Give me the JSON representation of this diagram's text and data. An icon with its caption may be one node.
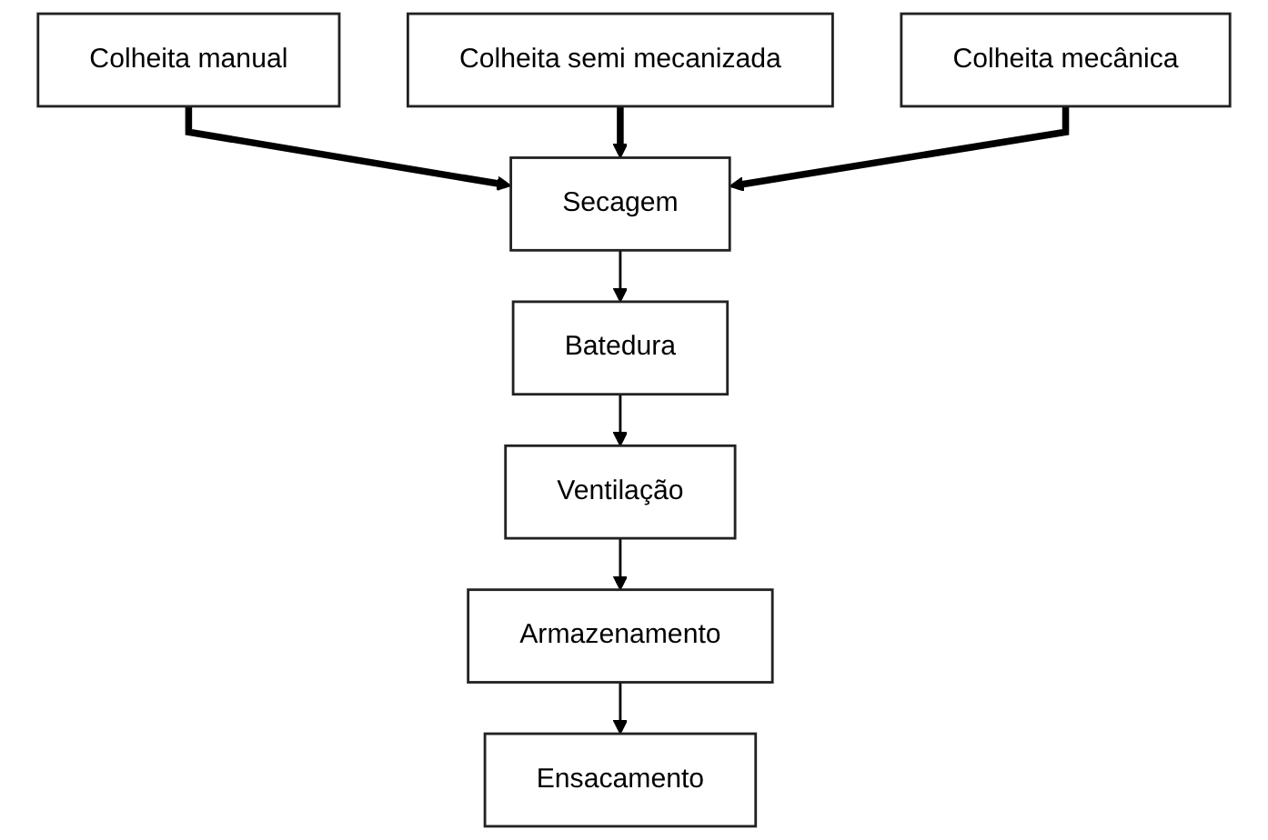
{
  "diagram": {
    "nodes": [
      {
        "text": [
          "Colheita manual"
        ]
      },
      {
        "text": [
          "Colheita semi mecanizada"
        ]
      },
      {
        "text": [
          "Colheita mecânica"
        ]
      },
      {
        "text": [
          "Secagem"
        ]
      },
      {
        "text": [
          "Batedura"
        ]
      },
      {
        "text": [
          "Ventilação"
        ]
      },
      {
        "text": [
          "Armazenamento"
        ]
      },
      {
        "text": [
          "Ensacamento"
        ]
      }
    ],
    "edges": [
      {
        "from": 0,
        "to": 3,
        "arrow": "to",
        "style": "thick"
      },
      {
        "from": 1,
        "to": 3,
        "arrow": "to",
        "style": "thick"
      },
      {
        "from": 2,
        "to": 3,
        "arrow": "to",
        "style": "thick"
      },
      {
        "from": 3,
        "to": 4,
        "arrow": "to"
      },
      {
        "from": 4,
        "to": 5,
        "arrow": "to"
      },
      {
        "from": 5,
        "to": 6,
        "arrow": "to"
      },
      {
        "from": 6,
        "to": 7,
        "arrow": "to"
      }
    ]
  }
}
